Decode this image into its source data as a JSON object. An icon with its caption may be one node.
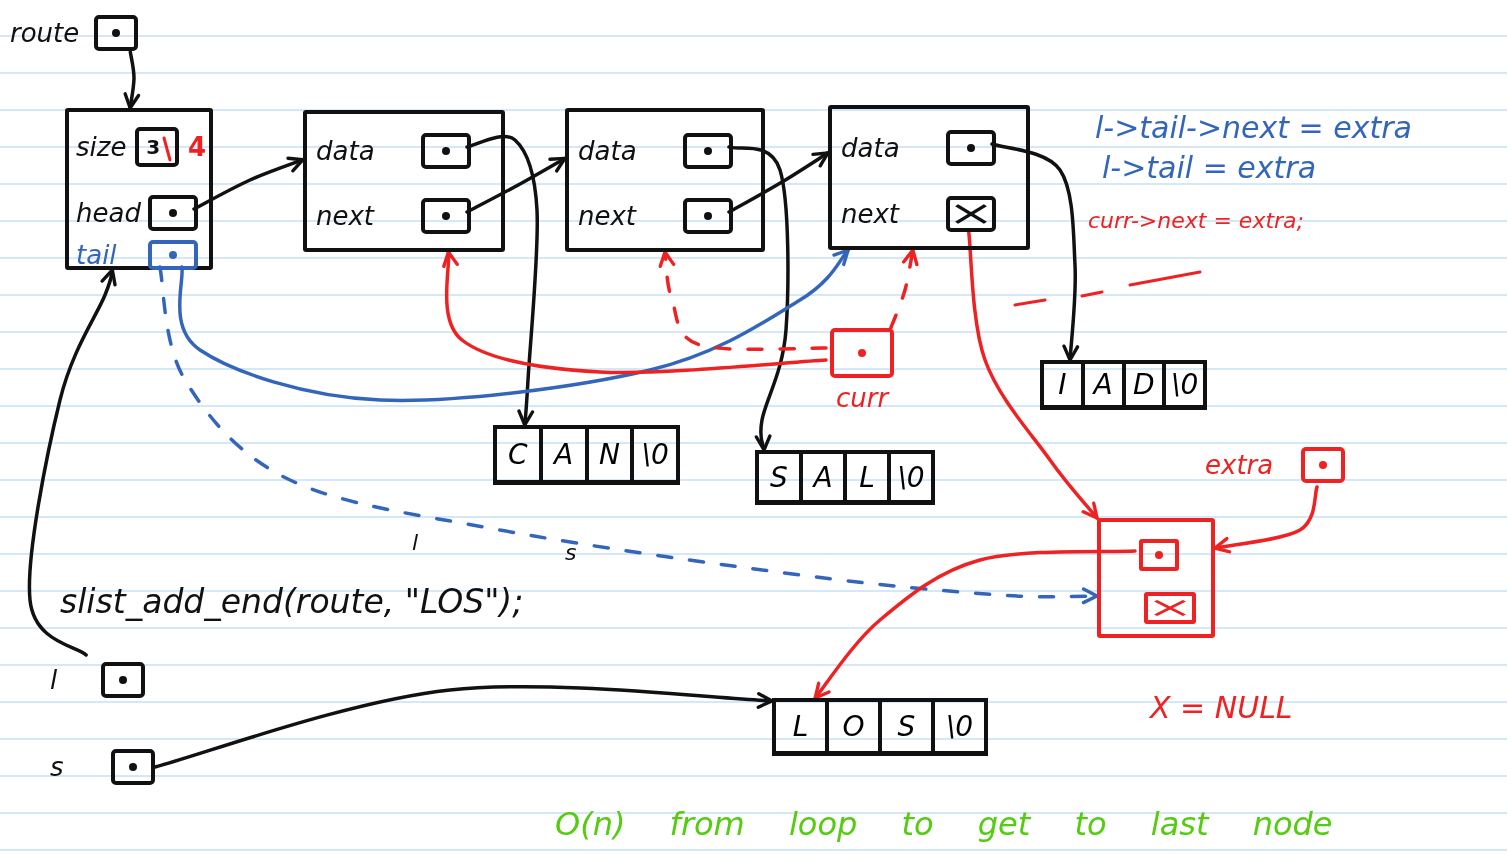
{
  "diagram": {
    "nodes": [
      {
        "text": [
          "route"
        ]
      },
      {
        "text": [],
        "shape": "box"
      },
      {
        "text": [
          "size",
          "3"
        ],
        "in": 1,
        "beside": [
          "4"
        ]
      },
      {
        "text": [
          "head"
        ],
        "in": 1
      },
      {
        "text": [
          "tail"
        ],
        "in": 1
      },
      {
        "text": [],
        "shape": "box"
      },
      {
        "text": [
          "data"
        ],
        "in": 5
      },
      {
        "text": [
          "next"
        ],
        "in": 5
      },
      {
        "text": [],
        "shape": "box"
      },
      {
        "text": [
          "data"
        ],
        "in": 8
      },
      {
        "text": [
          "next"
        ],
        "in": 8
      },
      {
        "text": [],
        "shape": "box"
      },
      {
        "text": [
          "data"
        ],
        "in": 11
      },
      {
        "text": [
          "next"
        ],
        "in": 11
      },
      {
        "text": [
          "C",
          "A",
          "N",
          "\\0"
        ]
      },
      {
        "text": [
          "S",
          "A",
          "L",
          "\\0"
        ]
      },
      {
        "text": [
          "I",
          "A",
          "D",
          "\\0"
        ]
      },
      {
        "text": [
          "curr"
        ]
      },
      {
        "text": [
          "extra"
        ]
      },
      {
        "text": [],
        "shape": "box"
      },
      {
        "text": [],
        "shape": "box",
        "in": 19
      },
      {
        "text": [],
        "shape": "box",
        "in": 19
      },
      {
        "text": [
          "L",
          "O",
          "S",
          "\\0"
        ]
      },
      {
        "text": [
          "l"
        ]
      },
      {
        "text": [
          "s"
        ]
      }
    ],
    "edges": [
      {
        "from": 0,
        "to": 1,
        "arrow": "to"
      },
      {
        "from": 3,
        "to": 5,
        "arrow": "to"
      },
      {
        "from": 7,
        "to": 8,
        "arrow": "to"
      },
      {
        "from": 10,
        "to": 11,
        "arrow": "to"
      },
      {
        "from": 6,
        "to": 14,
        "arrow": "to"
      },
      {
        "from": 9,
        "to": 15,
        "arrow": "to"
      },
      {
        "from": 12,
        "to": 16,
        "arrow": "to"
      },
      {
        "from": 4,
        "to": 11,
        "arrow": "to",
        "color": "#3366bb"
      },
      {
        "from": 4,
        "to": 19,
        "arrow": "to",
        "style": "dashed",
        "color": "#3366bb"
      },
      {
        "from": 17,
        "to": 5,
        "arrow": "to",
        "color": "#ee2222"
      },
      {
        "from": 17,
        "to": 8,
        "arrow": "to",
        "style": "dashed",
        "color": "#ee2222"
      },
      {
        "from": 17,
        "to": 11,
        "arrow": "to",
        "style": "dashed",
        "color": "#ee2222"
      },
      {
        "from": 13,
        "to": 19,
        "arrow": "to",
        "color": "#ee2222"
      },
      {
        "from": 18,
        "to": 19,
        "arrow": "to",
        "color": "#ee2222"
      },
      {
        "from": 20,
        "to": 22,
        "arrow": "to",
        "color": "#ee2222"
      },
      {
        "from": 23,
        "to": 1,
        "arrow": "to"
      },
      {
        "from": 24,
        "to": 22,
        "arrow": "to"
      }
    ],
    "labels": [
      "l->tail->next = extra",
      "l->tail = extra",
      "curr->next = extra;",
      "slist_add_end(route, \"LOS\");",
      "l",
      "s",
      "X = NULL",
      "O(n) from loop to get to last node"
    ]
  }
}
